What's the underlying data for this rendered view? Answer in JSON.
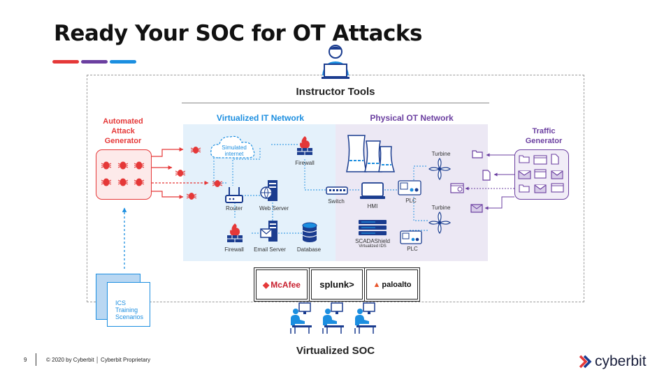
{
  "slide": {
    "title": "Ready Your SOC for OT Attacks",
    "page_number": "9",
    "copyright": "© 2020 by Cyberbit │ Cyberbit Proprietary",
    "brand": "cyberbit"
  },
  "colors": {
    "red": "#e53838",
    "purple": "#6b3fa0",
    "blue": "#1b8ee0",
    "it_bg": "#e4f1fb",
    "ot_bg": "#ece8f4"
  },
  "diagram": {
    "instructor_tools": "Instructor Tools",
    "it_network": "Virtualized IT Network",
    "ot_network": "Physical OT Network",
    "attack_generator": [
      "Automated",
      "Attack",
      "Generator"
    ],
    "traffic_generator": [
      "Traffic",
      "Generator"
    ],
    "ics_training": [
      "ICS",
      "Training",
      "Scenarios"
    ],
    "virtualized_soc": "Virtualized SOC",
    "nodes": {
      "simulated_internet": [
        "Simulated",
        "internet"
      ],
      "firewall_top": "Firewall",
      "router": "Router",
      "web_server": "Web Server",
      "firewall_bottom": "Firewall",
      "email_server": "Email Server",
      "database": "Database",
      "switch": "Switch",
      "hmi": "HMI",
      "plc_top": "PLC",
      "plc_bottom": "PLC",
      "turbine_top": "Turbine",
      "turbine_bottom": "Turbine",
      "scadashield": "SCADAShield",
      "scadashield_sub": "Virtualized IDS"
    },
    "vendors": {
      "mcafee": "McAfee",
      "splunk": "splunk>",
      "paloalto": "paloalto"
    }
  }
}
